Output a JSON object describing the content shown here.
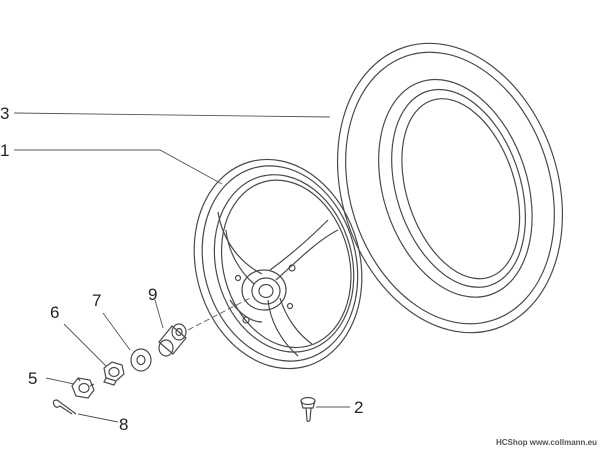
{
  "diagram": {
    "parts": [
      {
        "number": "1",
        "name": "wheel-rim"
      },
      {
        "number": "2",
        "name": "tire-valve"
      },
      {
        "number": "3",
        "name": "tire"
      },
      {
        "number": "5",
        "name": "hub-nut-cap"
      },
      {
        "number": "6",
        "name": "nut"
      },
      {
        "number": "7",
        "name": "washer"
      },
      {
        "number": "8",
        "name": "split-pin"
      },
      {
        "number": "9",
        "name": "spacer"
      }
    ],
    "watermark": "HCShop www.collmann.eu"
  }
}
